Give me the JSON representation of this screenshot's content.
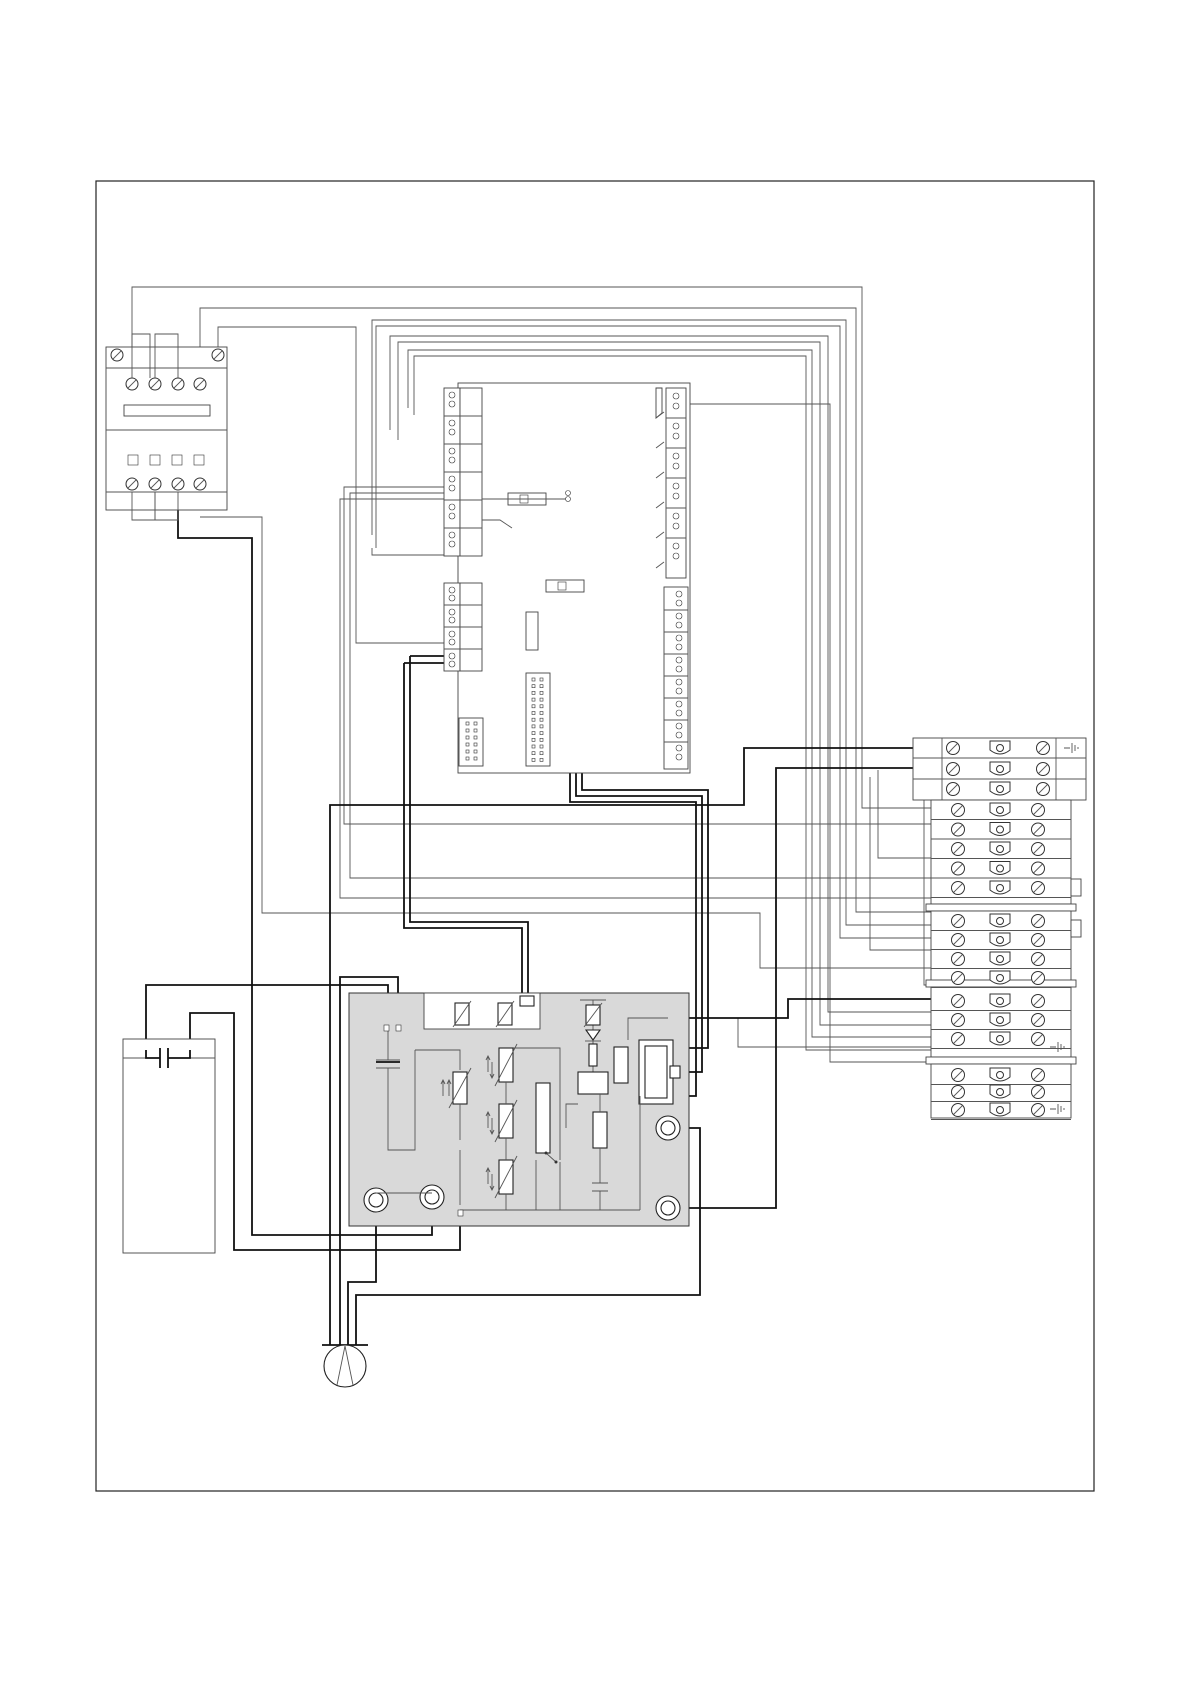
{
  "diagram": {
    "colors": {
      "background": "#ffffff",
      "line": "#222222",
      "wire": "#555555",
      "board_fill": "#d9d9d9"
    },
    "components": [
      {
        "id": "contactor",
        "name": "contactor-relay"
      },
      {
        "id": "controller",
        "name": "controller-board"
      },
      {
        "id": "terminal_block",
        "name": "terminal-strip"
      },
      {
        "id": "starter_board",
        "name": "starter-circuit-board"
      },
      {
        "id": "capacitor",
        "name": "run-capacitor"
      },
      {
        "id": "compressor",
        "name": "compressor-motor-symbol"
      }
    ],
    "text_labels": []
  }
}
